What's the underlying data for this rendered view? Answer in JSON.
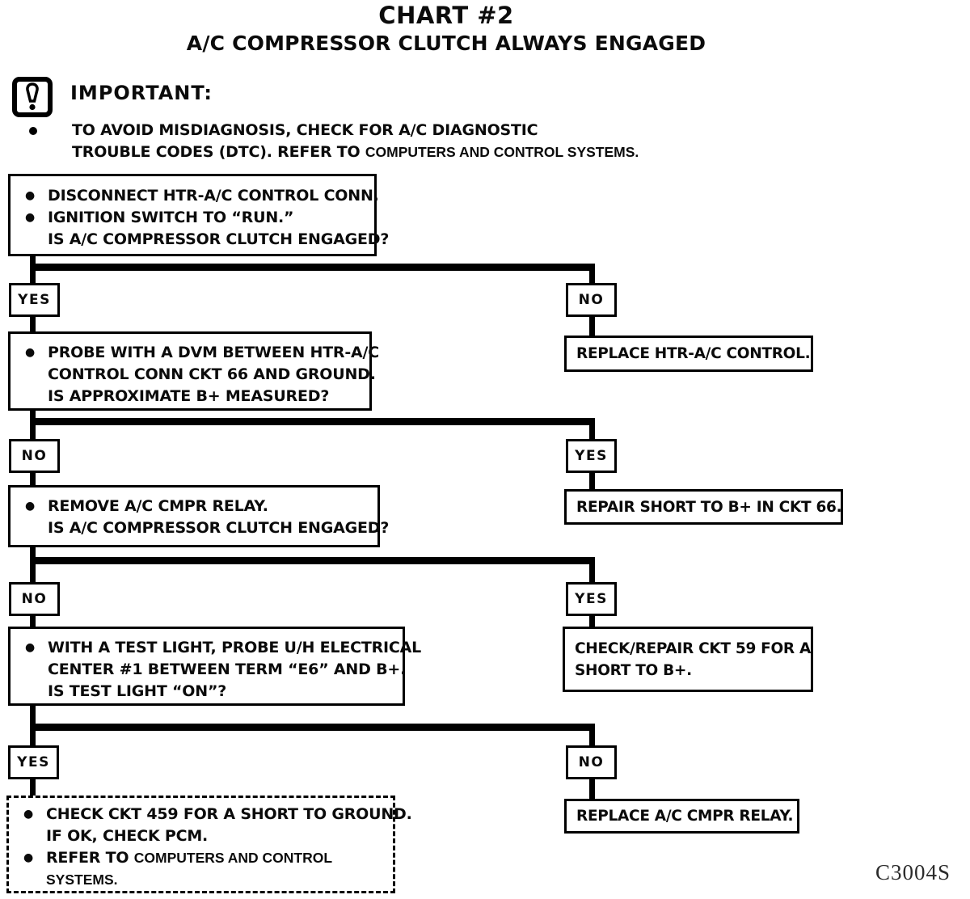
{
  "icons": {
    "bullet": "●"
  },
  "header": {
    "title": "CHART #2",
    "subtitle": "A/C COMPRESSOR CLUTCH ALWAYS ENGAGED"
  },
  "important": {
    "label": "IMPORTANT:",
    "line1": "TO AVOID MISDIAGNOSIS, CHECK FOR A/C DIAGNOSTIC",
    "line2_main": "TROUBLE CODES (DTC).  REFER TO ",
    "line2_ref": "COMPUTERS AND CONTROL SYSTEMS."
  },
  "flow": {
    "step1": {
      "line1": "DISCONNECT HTR-A/C CONTROL CONN.",
      "line2": "IGNITION SWITCH TO “RUN.”",
      "line3": "IS A/C COMPRESSOR CLUTCH ENGAGED?"
    },
    "row1": {
      "left": "YES",
      "right": "NO"
    },
    "result1": "REPLACE HTR-A/C CONTROL.",
    "step2": {
      "line1": "PROBE WITH A DVM BETWEEN HTR-A/C",
      "line2": "CONTROL CONN CKT 66 AND GROUND.",
      "line3": "IS APPROXIMATE B+ MEASURED?"
    },
    "row2": {
      "left": "NO",
      "right": "YES"
    },
    "result2": "REPAIR SHORT TO B+ IN CKT 66.",
    "step3": {
      "line1": "REMOVE A/C CMPR RELAY.",
      "line2": "IS A/C COMPRESSOR CLUTCH ENGAGED?"
    },
    "row3": {
      "left": "NO",
      "right": "YES"
    },
    "result3": {
      "line1": "CHECK/REPAIR CKT 59 FOR A",
      "line2": "SHORT TO B+."
    },
    "step4": {
      "line1": "WITH A TEST LIGHT, PROBE U/H ELECTRICAL",
      "line2": "CENTER #1 BETWEEN TERM “E6” AND B+.",
      "line3": "IS TEST LIGHT “ON”?"
    },
    "row4": {
      "left": "YES",
      "right": "NO"
    },
    "result4": "REPLACE A/C CMPR RELAY.",
    "final": {
      "line1": "CHECK CKT 459 FOR A SHORT TO GROUND.",
      "line2": "IF OK, CHECK PCM.",
      "line3_main": "REFER TO ",
      "line3_ref": "COMPUTERS AND CONTROL",
      "line4_ref": "SYSTEMS."
    }
  },
  "footer": {
    "figure_code": "C3004S"
  }
}
